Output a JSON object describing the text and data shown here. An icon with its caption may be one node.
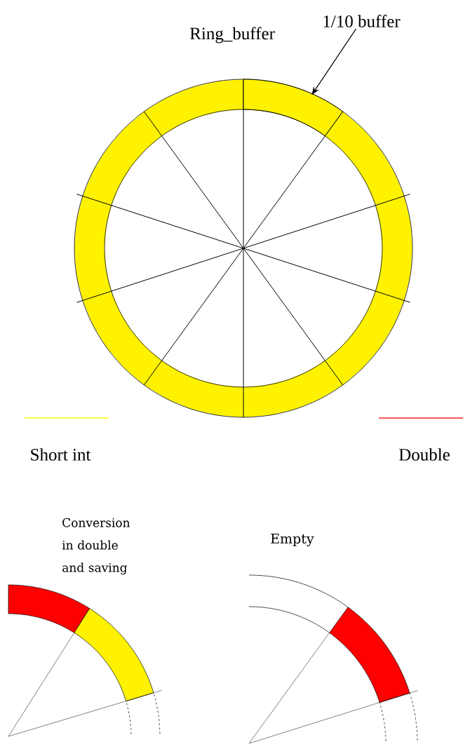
{
  "diagram": {
    "nodes": [
      {
        "text": [
          "1/10 buffer"
        ]
      },
      {
        "text": [],
        "shape": "box"
      }
    ],
    "edges": [
      {
        "from": 0,
        "to": 1,
        "arrow": "to"
      }
    ],
    "labels": [
      "Ring_buffer",
      "Conversion in double and saving",
      "Empty"
    ],
    "legend": [
      {
        "text": "Short int"
      },
      {
        "text": "Double"
      }
    ]
  }
}
